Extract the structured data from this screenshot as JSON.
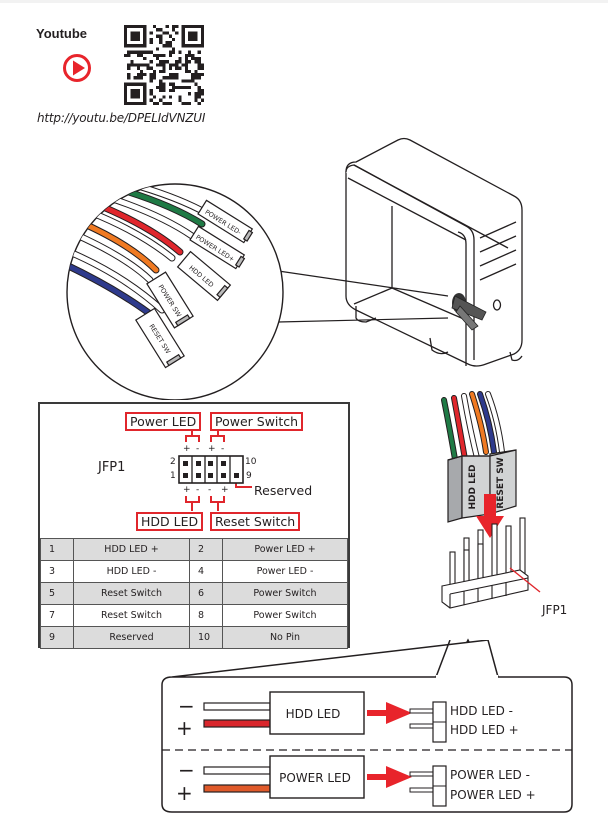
{
  "header": {
    "youtube_label": "Youtube",
    "youtube_icon": "play-circle-icon",
    "qr_icon": "qr-code-icon",
    "url": "http://youtu.be/DPELIdVNZUI"
  },
  "cable_callout": {
    "connectors": [
      "POWER LED-",
      "POWER LED+",
      "HDD LED",
      "POWER SW",
      "RESET SW"
    ],
    "wire_colors": {
      "power_led_minus": "#1f7a45",
      "power_led_plus": "#e0262c",
      "hdd_led": "#f07a22",
      "reset_sw": "#2e3a8c"
    }
  },
  "jfp1_diagram": {
    "header_label": "JFP1",
    "labels": {
      "power_led": "Power LED",
      "power_switch": "Power Switch",
      "hdd_led": "HDD LED",
      "reset_switch": "Reset Switch",
      "reserved": "Reserved"
    },
    "pin_numbers": {
      "top_left": "2",
      "bottom_left": "1",
      "top_right": "10",
      "bottom_right": "9"
    },
    "polarity_top": [
      "+",
      "-",
      "+",
      "-"
    ],
    "polarity_bottom": [
      "+",
      "-",
      "-",
      "+"
    ]
  },
  "pin_table": {
    "rows": [
      {
        "pin_a": "1",
        "signal_a": "HDD LED +",
        "pin_b": "2",
        "signal_b": "Power LED +",
        "shaded": true
      },
      {
        "pin_a": "3",
        "signal_a": "HDD LED -",
        "pin_b": "4",
        "signal_b": "Power LED -",
        "shaded": false
      },
      {
        "pin_a": "5",
        "signal_a": "Reset Switch",
        "pin_b": "6",
        "signal_b": "Power Switch",
        "shaded": true
      },
      {
        "pin_a": "7",
        "signal_a": "Reset Switch",
        "pin_b": "8",
        "signal_b": "Power Switch",
        "shaded": false
      },
      {
        "pin_a": "9",
        "signal_a": "Reserved",
        "pin_b": "10",
        "signal_b": "No Pin",
        "shaded": true
      }
    ]
  },
  "connector_illustration": {
    "connector_labels": [
      "HDD LED",
      "RESET SW"
    ],
    "header_label": "JFP1"
  },
  "led_detail": {
    "hdd": {
      "minus": "−",
      "plus": "+",
      "plug_label": "HDD LED",
      "pin_minus": "HDD LED -",
      "pin_plus": "HDD LED +",
      "plus_wire_color": "#d9262c"
    },
    "power": {
      "minus": "−",
      "plus": "+",
      "plug_label": "POWER LED",
      "pin_minus": "POWER LED -",
      "pin_plus": "POWER LED +",
      "plus_wire_color": "#e05a2a"
    },
    "arrow_color": "#e8242b"
  }
}
